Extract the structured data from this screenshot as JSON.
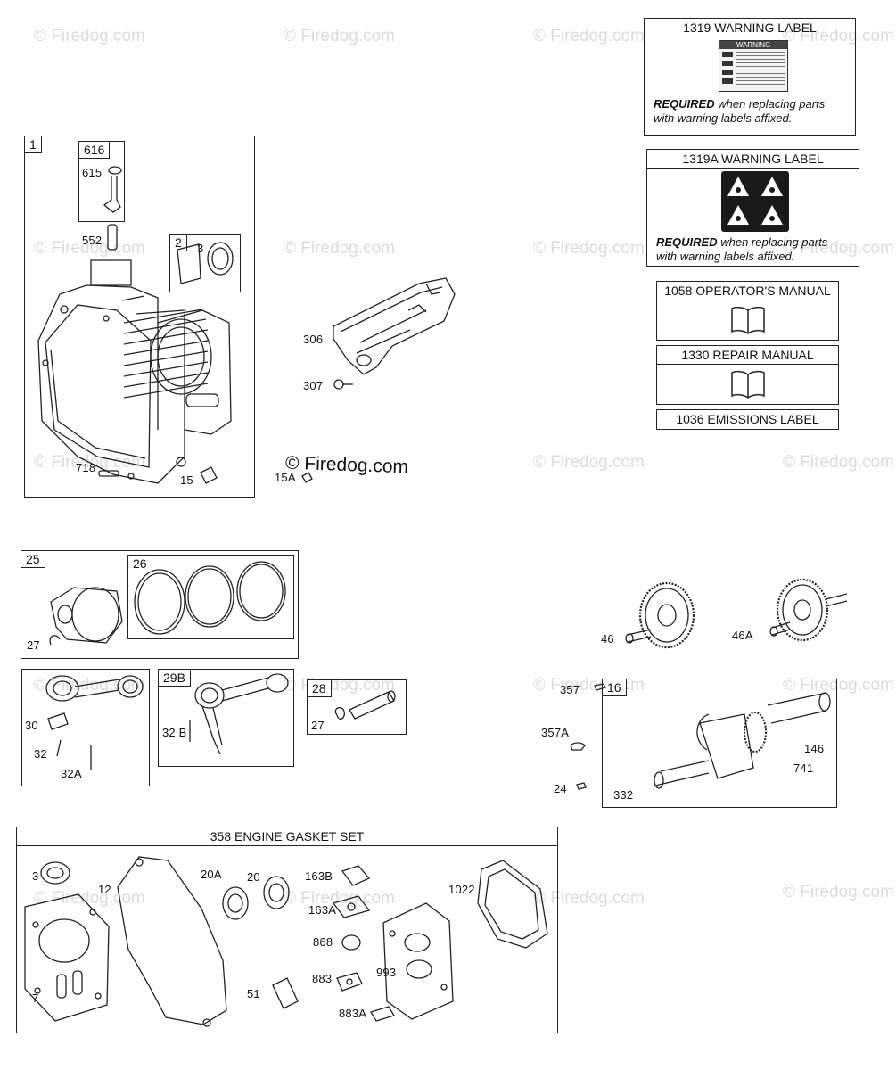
{
  "watermark": "© Firedog.com",
  "copyright_mark": "© Firedog.com",
  "labels_panel": {
    "warning_label": {
      "title": "1319 WARNING LABEL",
      "label_word": "WARNING",
      "required": "REQUIRED",
      "required_text": " when replacing parts",
      "required_text2": "with warning labels affixed."
    },
    "warning_label_a": {
      "title": "1319A WARNING LABEL",
      "required": "REQUIRED",
      "required_text": " when replacing parts",
      "required_text2": "with warning labels affixed."
    },
    "operators_manual": {
      "title": "1058 OPERATOR'S MANUAL"
    },
    "repair_manual": {
      "title": "1330 REPAIR MANUAL"
    },
    "emissions_label": {
      "title": "1036 EMISSIONS LABEL"
    }
  },
  "cylinder_group": {
    "box_id": "1",
    "valve_box_id": "616",
    "piston_box_id": "2",
    "parts": {
      "p615": "615",
      "p552": "552",
      "p3": "3",
      "p718": "718",
      "p15": "15"
    }
  },
  "breather": {
    "p306": "306",
    "p307": "307",
    "p15a": "15A"
  },
  "piston_group": {
    "box_id": "25",
    "rings_box_id": "26",
    "p27": "27"
  },
  "rod_group": {
    "p30": "30",
    "p32": "32",
    "p32a": "32A",
    "rod_b_box_id": "29B",
    "p32b": "32 B",
    "pin_box_id": "28",
    "p27": "27"
  },
  "cam_group": {
    "p46": "46",
    "p46a": "46A"
  },
  "crank_group": {
    "box_id": "16",
    "p357": "357",
    "p357a": "357A",
    "p24": "24",
    "p146": "146",
    "p741": "741",
    "p332": "332"
  },
  "gasket_set": {
    "title": "358 ENGINE GASKET SET",
    "parts": {
      "p3": "3",
      "p12": "12",
      "p7": "7",
      "p20a": "20A",
      "p20": "20",
      "p163b": "163B",
      "p163a": "163A",
      "p868": "868",
      "p883": "883",
      "p883a": "883A",
      "p993": "993",
      "p1022": "1022",
      "p51": "51"
    }
  },
  "colors": {
    "line": "#222222",
    "watermark": "#dcdcdc",
    "background": "#ffffff"
  }
}
